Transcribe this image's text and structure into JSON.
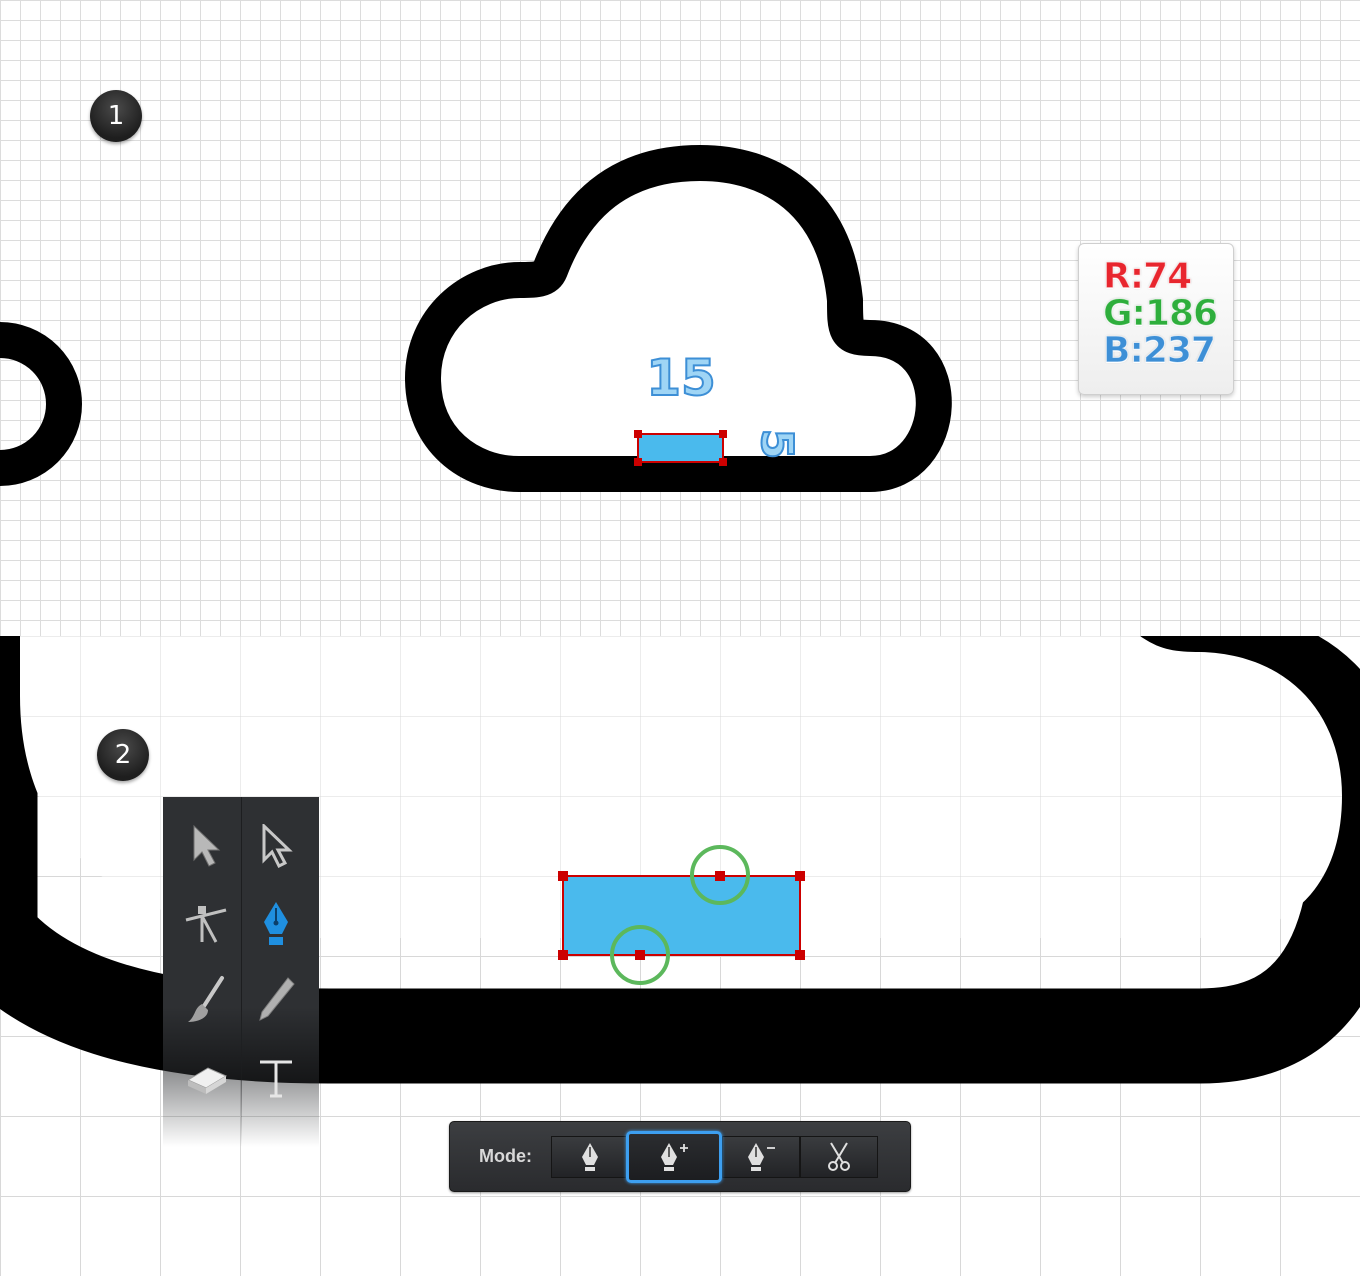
{
  "steps": {
    "step1": "1",
    "step2": "2"
  },
  "dimensions": {
    "width_label": "15",
    "height_label": "5"
  },
  "color_card": {
    "r": "R:74",
    "g": "G:186",
    "b": "B:237"
  },
  "colors": {
    "fill_blue": "#4abaed",
    "anchor_red": "#cc0000",
    "highlight_green": "#5cb85c",
    "r_text": "#e8262e",
    "g_text": "#2eae3c",
    "b_text": "#3d8fd6"
  },
  "tools_panel": {
    "tools": [
      {
        "name": "selection-tool",
        "icon": "arrow-icon"
      },
      {
        "name": "node-tool",
        "icon": "hollow-arrow-icon"
      },
      {
        "name": "knife-tool",
        "icon": "vector-knife-icon"
      },
      {
        "name": "pen-tool",
        "icon": "pen-nib-icon",
        "active": true
      },
      {
        "name": "brush-tool",
        "icon": "brush-icon"
      },
      {
        "name": "pencil-tool",
        "icon": "pencil-icon"
      },
      {
        "name": "eraser-tool",
        "icon": "eraser-icon"
      },
      {
        "name": "text-tool",
        "icon": "text-icon"
      }
    ]
  },
  "mode_bar": {
    "label": "Mode:",
    "options": [
      {
        "name": "pen-mode",
        "icon": "pen-icon"
      },
      {
        "name": "add-anchor-mode",
        "icon": "pen-plus-icon",
        "active": true
      },
      {
        "name": "delete-anchor-mode",
        "icon": "pen-minus-icon"
      },
      {
        "name": "cut-mode",
        "icon": "scissors-icon"
      }
    ]
  }
}
